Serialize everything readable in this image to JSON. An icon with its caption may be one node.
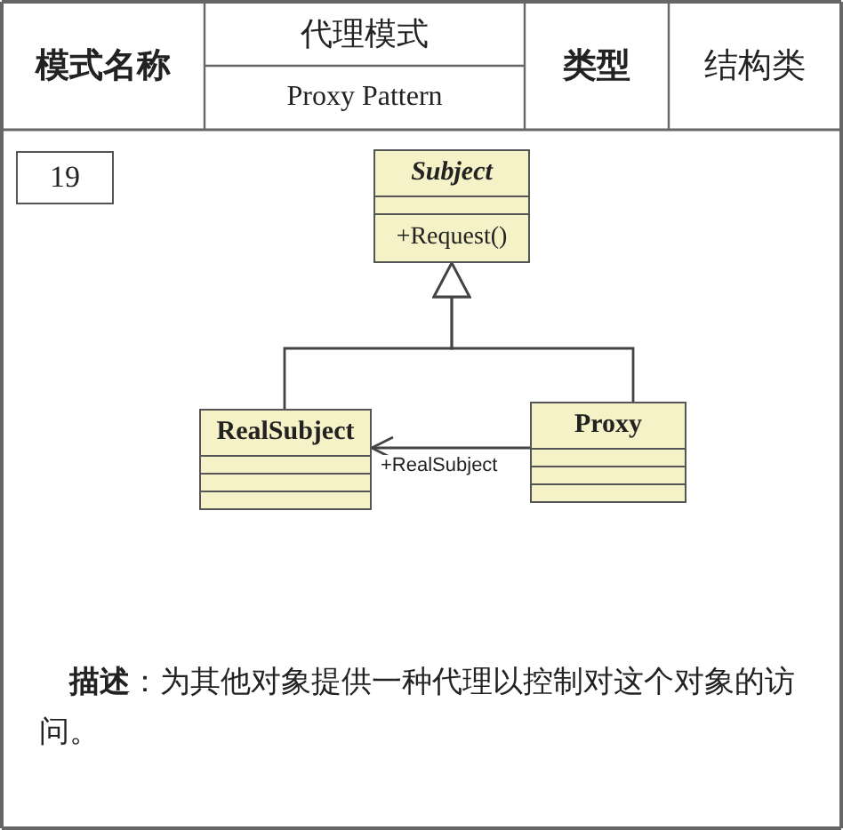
{
  "diagram": {
    "nodes": [
      {
        "text": [
          "Subject",
          "+Request()"
        ]
      },
      {
        "text": [
          "RealSubject"
        ]
      },
      {
        "text": [
          "Proxy"
        ]
      }
    ],
    "edges": [
      {
        "from": 1,
        "to": 0,
        "arrow": "to"
      },
      {
        "from": 2,
        "to": 0,
        "arrow": "to"
      },
      {
        "from": 2,
        "to": 1,
        "arrow": "to",
        "label": "+RealSubject"
      }
    ],
    "labels": [
      "模式名称",
      "代理模式",
      "Proxy Pattern",
      "类型",
      "结构类",
      "19",
      "**描述**：为其他对象提供一种代理以控制对这个对象的访问。"
    ]
  }
}
